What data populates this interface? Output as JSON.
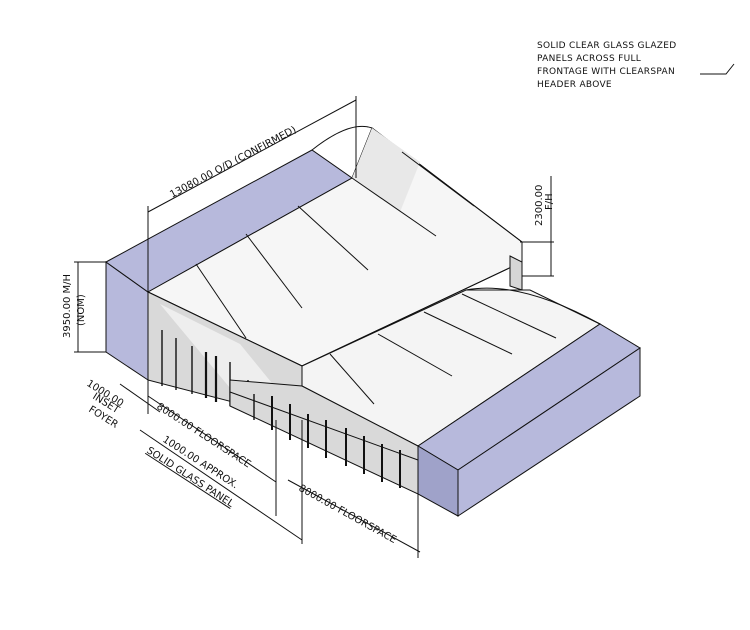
{
  "note": {
    "lines": [
      "SOLID CLEAR GLASS GLAZED",
      "PANELS ACROSS FULL",
      "FRONTAGE WITH CLEARSPAN",
      "HEADER ABOVE"
    ]
  },
  "dimensions": {
    "overall_length": "13080.00 O/D (CONFIRMED)",
    "frame_height": "2300.00",
    "frame_height_unit": "F/H",
    "max_height": "3950.00 M/H",
    "max_height_note": "(NOM)",
    "inset": "1000.00",
    "inset_l2": "INSET",
    "inset_l3": "FOYER",
    "floorspace_left": "8000.00 FLOORSPACE",
    "glass_panel_l1": "1000.00 APPROX.",
    "glass_panel_l2": "SOLID GLASS PANEL",
    "floorspace_right": "8000.00 FLOORSPACE"
  },
  "colors": {
    "gable": "#b7b9dc",
    "roof_light": "#f6f6f6",
    "roof_shade": "#e2e2e2",
    "glass": "#d8d8d8",
    "frame": "#111111"
  }
}
